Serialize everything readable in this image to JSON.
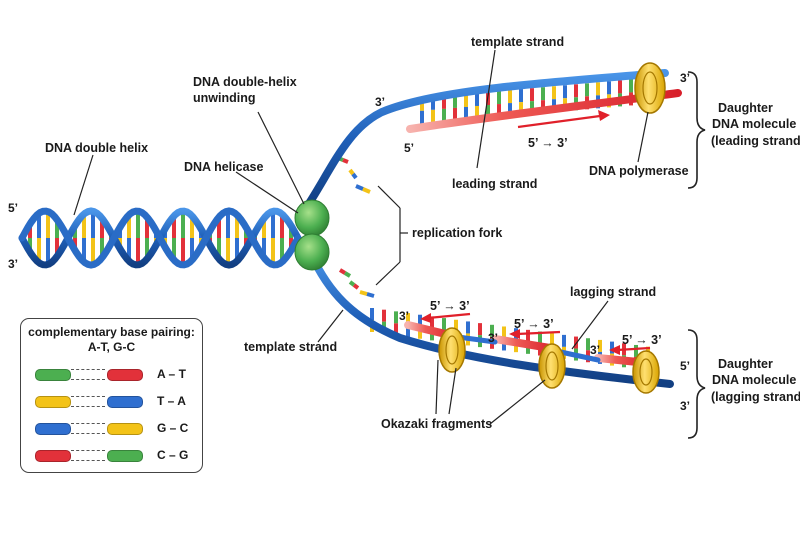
{
  "colors": {
    "backbone": "#1f5fb8",
    "backbone_light": "#3d8be0",
    "new_strand": "#e2313a",
    "new_strand_light": "#f5a3a0",
    "helicase": "#4caf50",
    "polymerase": "#f3c318",
    "arrow": "#e0202a",
    "A": "#4caf50",
    "T": "#e2313a",
    "G": "#2f6fd0",
    "C": "#f3c318"
  },
  "labels": {
    "double_helix": "DNA double helix",
    "unwinding": [
      "DNA double-helix",
      "unwinding"
    ],
    "helicase": "DNA helicase",
    "template_top": "template strand",
    "template_bottom": "template strand",
    "leading": "leading strand",
    "polymerase": "DNA polymerase",
    "fork": "replication fork",
    "lagging": "lagging strand",
    "okazaki": "Okazaki fragments",
    "daughter_leading": [
      "Daughter",
      "DNA molecule",
      "(leading strand)"
    ],
    "daughter_lagging": [
      "Daughter",
      "DNA molecule",
      "(lagging strand)"
    ],
    "direction": "5’ → 3’"
  },
  "ends": {
    "left_top": "5’",
    "left_bottom": "3’",
    "upper_template_start": "3’",
    "upper_template_end": "3’",
    "leading_start": "5’",
    "lower_right_top": "5’",
    "lower_right_bottom": "3’",
    "okazaki_3prime": "3’"
  },
  "legend": {
    "title": "complementary base pairing:",
    "subtitle": "A-T, G-C",
    "pairs": [
      {
        "left": "#4caf50",
        "right": "#e2313a",
        "text": "A – T"
      },
      {
        "left": "#f3c318",
        "right": "#2f6fd0",
        "text": "T – A"
      },
      {
        "left": "#2f6fd0",
        "right": "#f3c318",
        "text": "G – C"
      },
      {
        "left": "#e2313a",
        "right": "#4caf50",
        "text": "C – G"
      }
    ]
  }
}
